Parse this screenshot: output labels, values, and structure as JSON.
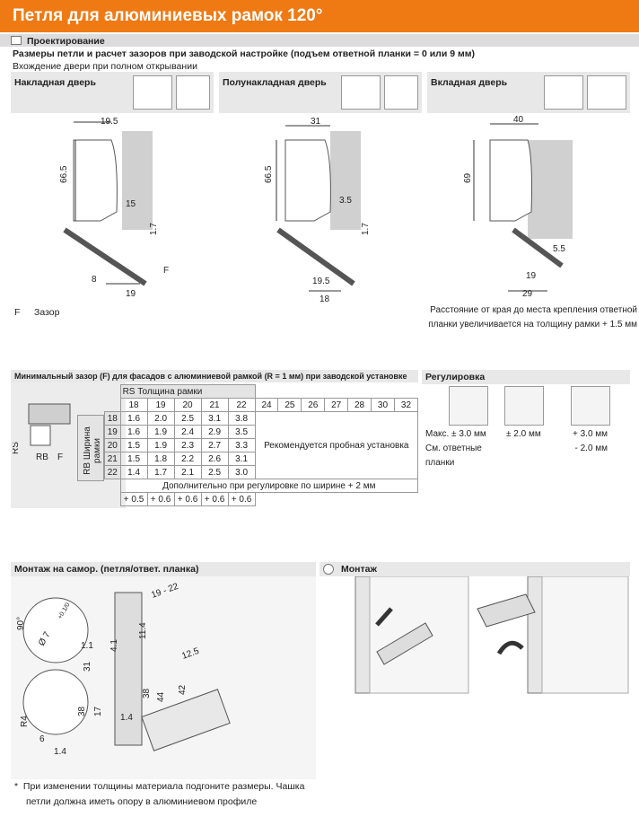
{
  "header": {
    "title": "Петля для алюминиевых рамок 120°"
  },
  "design": {
    "section_label": "Проектирование",
    "heading": "Размеры петли и расчет зазоров при заводской настройке (подъем ответной планки = 0 или 9 мм)",
    "subheading": "Вхождение двери при полном открывании",
    "columns": [
      {
        "title": "Накладная дверь",
        "dims": {
          "top": "19.5",
          "height": "66.5",
          "gap": "15",
          "lift": "1.7",
          "f": "F",
          "left": "8",
          "bottom": "19"
        }
      },
      {
        "title": "Полунакладная дверь",
        "dims": {
          "top": "31",
          "height": "66.5",
          "gap": "3.5",
          "lift": "1.7",
          "left": "19.5",
          "bottom": "18"
        }
      },
      {
        "title": "Вкладная дверь",
        "dims": {
          "top": "40",
          "height": "69",
          "gap": "5.5",
          "mid": "19",
          "bottom": "29"
        }
      }
    ],
    "legend_key": "F",
    "legend_value": "Зазор",
    "inset_note": "Расстояние от края до места крепления ответной планки увеличивается на толщину рамки + 1.5 мм"
  },
  "gap_table": {
    "title": "Минимальный зазор (F) для фасадов с алюминиевой рамкой (R = 1 мм) при заводской установке",
    "diagram_labels": {
      "rs": "RS",
      "rb": "RB",
      "f": "F"
    },
    "rs_header": "RS Толщина рамки",
    "rb_header": "RB Ширина рамки",
    "rs_values": [
      "18",
      "19",
      "20",
      "21",
      "22",
      "24",
      "25",
      "26",
      "27",
      "28",
      "30",
      "32"
    ],
    "rows": [
      {
        "rb": "18",
        "values": [
          "1.6",
          "2.0",
          "2.5",
          "3.1",
          "3.8"
        ]
      },
      {
        "rb": "19",
        "values": [
          "1.6",
          "1.9",
          "2.4",
          "2.9",
          "3.5"
        ]
      },
      {
        "rb": "20",
        "values": [
          "1.5",
          "1.9",
          "2.3",
          "2.7",
          "3.3"
        ]
      },
      {
        "rb": "21",
        "values": [
          "1.5",
          "1.8",
          "2.2",
          "2.6",
          "3.1"
        ]
      },
      {
        "rb": "22",
        "values": [
          "1.4",
          "1.7",
          "2.1",
          "2.5",
          "3.0"
        ]
      }
    ],
    "recommend": "Рекомендуется пробная установка",
    "extra_note": "Дополнительно при регулировке по ширине + 2 мм",
    "extra_values": [
      "+ 0.5",
      "+ 0.6",
      "+ 0.6",
      "+ 0.6",
      "+ 0.6"
    ]
  },
  "adjust": {
    "title": "Регулировка",
    "items": [
      {
        "lines": [
          "Макс. ± 3.0 мм",
          "См. ответные",
          "планки"
        ]
      },
      {
        "lines": [
          "± 2.0 мм"
        ]
      },
      {
        "lines": [
          "+ 3.0 мм",
          "- 2.0 мм"
        ]
      }
    ]
  },
  "mount_screw": {
    "title": "Монтаж на самор. (петля/ответ. планка)",
    "dims": [
      "90°",
      "Ø 7",
      "+0.1/0",
      "1.1",
      "R4",
      "6",
      "1.4",
      "38",
      "31",
      "19 - 22",
      "11.4",
      "12.5",
      "17",
      "1.4",
      "4.1",
      "38",
      "44",
      "42"
    ],
    "note_line1": "При изменении толщины материала подгоните размеры. Чашка",
    "note_line2": "петли должна иметь опору в алюминиевом профиле"
  },
  "mount": {
    "title": "Монтаж"
  },
  "colors": {
    "orange": "#ef7a14",
    "bar": "#dcdcdc",
    "panel": "#e8e8e8",
    "grey_shape": "#cfcfcf"
  }
}
